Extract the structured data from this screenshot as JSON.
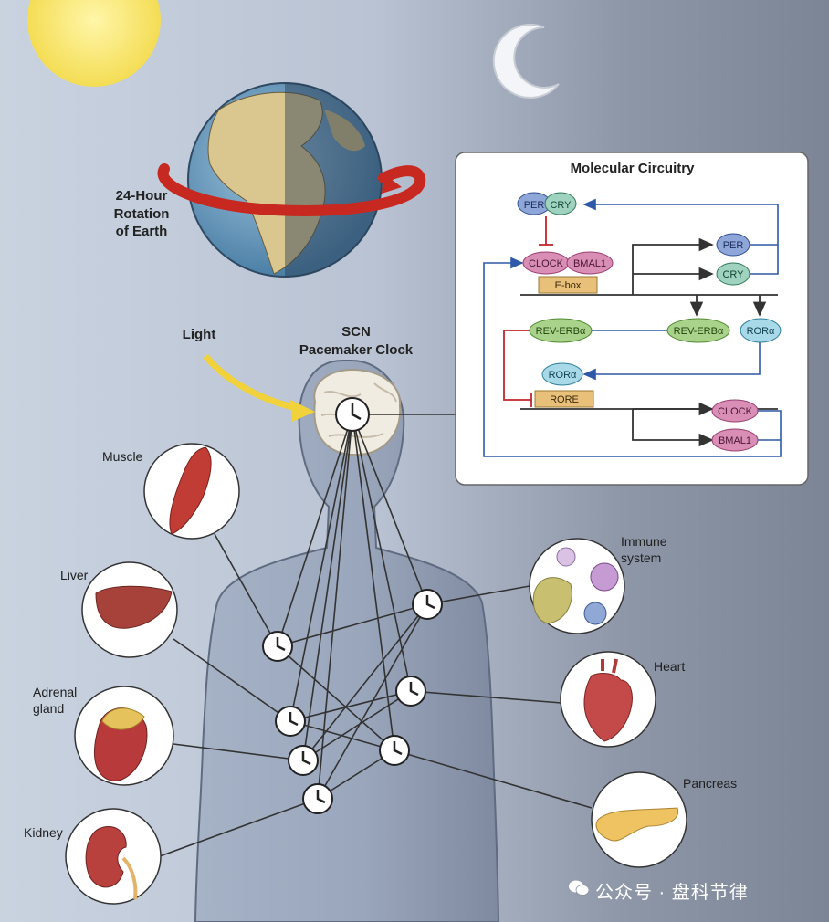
{
  "labels": {
    "rotation": "24-Hour\nRotation\nof Earth",
    "light": "Light",
    "scn": "SCN\nPacemaker Clock",
    "molecular_title": "Molecular Circuitry",
    "muscle": "Muscle",
    "liver": "Liver",
    "adrenal": "Adrenal\ngland",
    "kidney": "Kidney",
    "immune": "Immune\nsystem",
    "heart": "Heart",
    "pancreas": "Pancreas"
  },
  "molecules": {
    "per": "PER",
    "cry": "CRY",
    "clock": "CLOCK",
    "bmal1": "BMAL1",
    "ebox": "E-box",
    "per_out": "PER",
    "cry_out": "CRY",
    "rev_erb_left": "REV-ERBα",
    "rev_erb_mid": "REV-ERBα",
    "ror_right": "RORα",
    "ror_left": "RORα",
    "rore": "RORE",
    "clock_out": "CLOCK",
    "bmal1_out": "BMAL1"
  },
  "watermark": "公众号 · 盘科节律",
  "colors": {
    "per_cry": "#8ea6d8",
    "cry_green": "#9fd3bf",
    "clock_bmal": "#d98fb5",
    "element_box": "#e8c07a",
    "rev_erb": "#a9d38b",
    "ror": "#a7d9e8",
    "arrow_blue": "#2e59a8",
    "inhibit_red": "#c0262d"
  }
}
